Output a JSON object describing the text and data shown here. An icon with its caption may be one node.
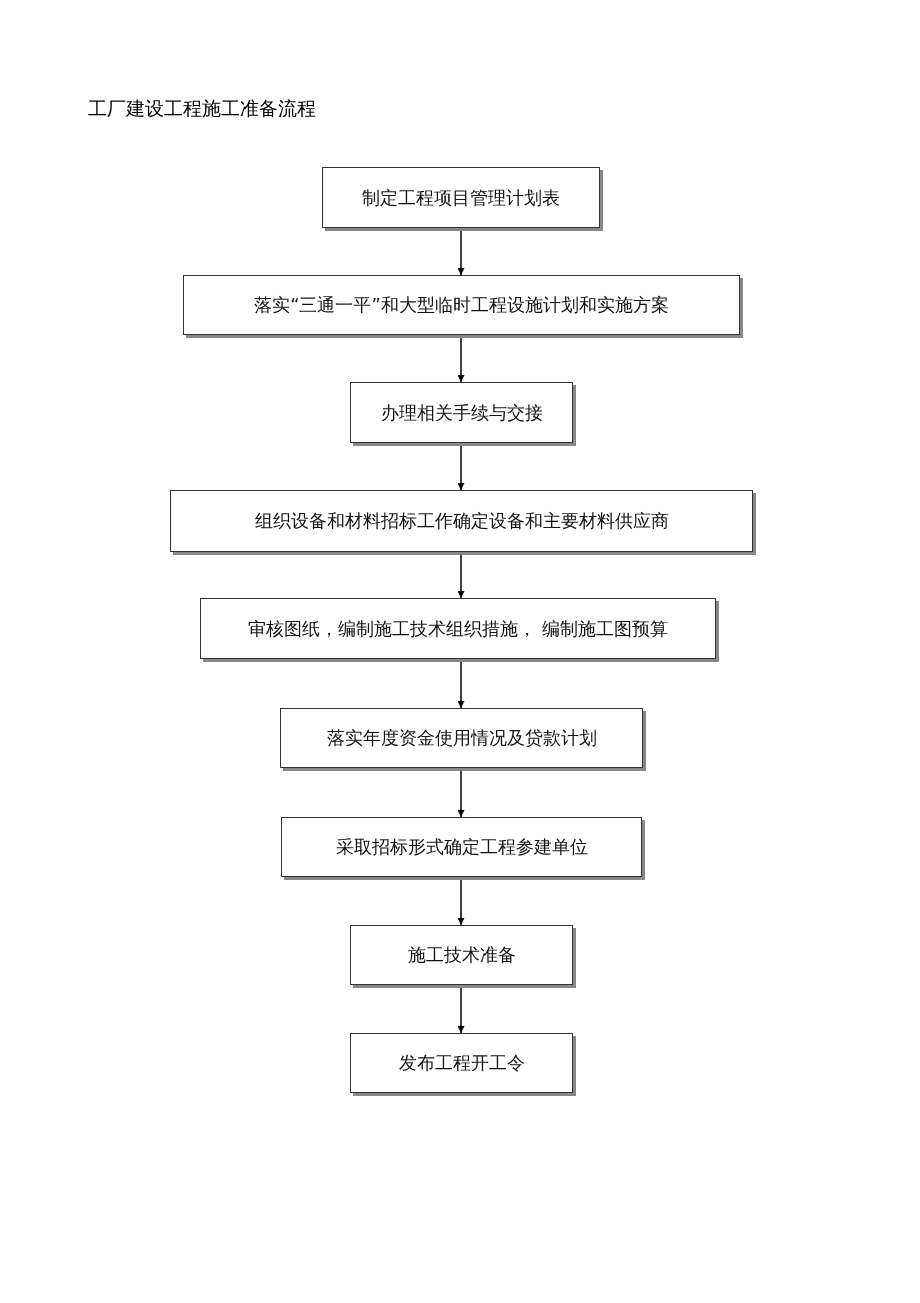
{
  "diagram": {
    "title": "工厂建设工程施工准备流程",
    "nodes": [
      {
        "text": [
          "制定工程项目管理计划表"
        ]
      },
      {
        "text": [
          "落实“三通一平”和大型临时工程设施计划和实施方案"
        ]
      },
      {
        "text": [
          "办理相关手续与交接"
        ]
      },
      {
        "text": [
          "组织设备和材料招标工作确定设备和主要材料供应商"
        ]
      },
      {
        "text": [
          "审核图纸，编制施工技术组织措施， 编制施工图预算"
        ]
      },
      {
        "text": [
          "落实年度资金使用情况及贷款计划"
        ]
      },
      {
        "text": [
          "采取招标形式确定工程参建单位"
        ]
      },
      {
        "text": [
          "施工技术准备"
        ]
      },
      {
        "text": [
          "发布工程开工令"
        ]
      }
    ],
    "edges": [
      {
        "from": 0,
        "to": 1,
        "arrow": "to"
      },
      {
        "from": 1,
        "to": 2,
        "arrow": "to"
      },
      {
        "from": 2,
        "to": 3,
        "arrow": "to"
      },
      {
        "from": 3,
        "to": 4,
        "arrow": "to"
      },
      {
        "from": 4,
        "to": 5,
        "arrow": "to"
      },
      {
        "from": 5,
        "to": 6,
        "arrow": "to"
      },
      {
        "from": 6,
        "to": 7,
        "arrow": "to"
      },
      {
        "from": 7,
        "to": 8,
        "arrow": "to"
      }
    ]
  }
}
